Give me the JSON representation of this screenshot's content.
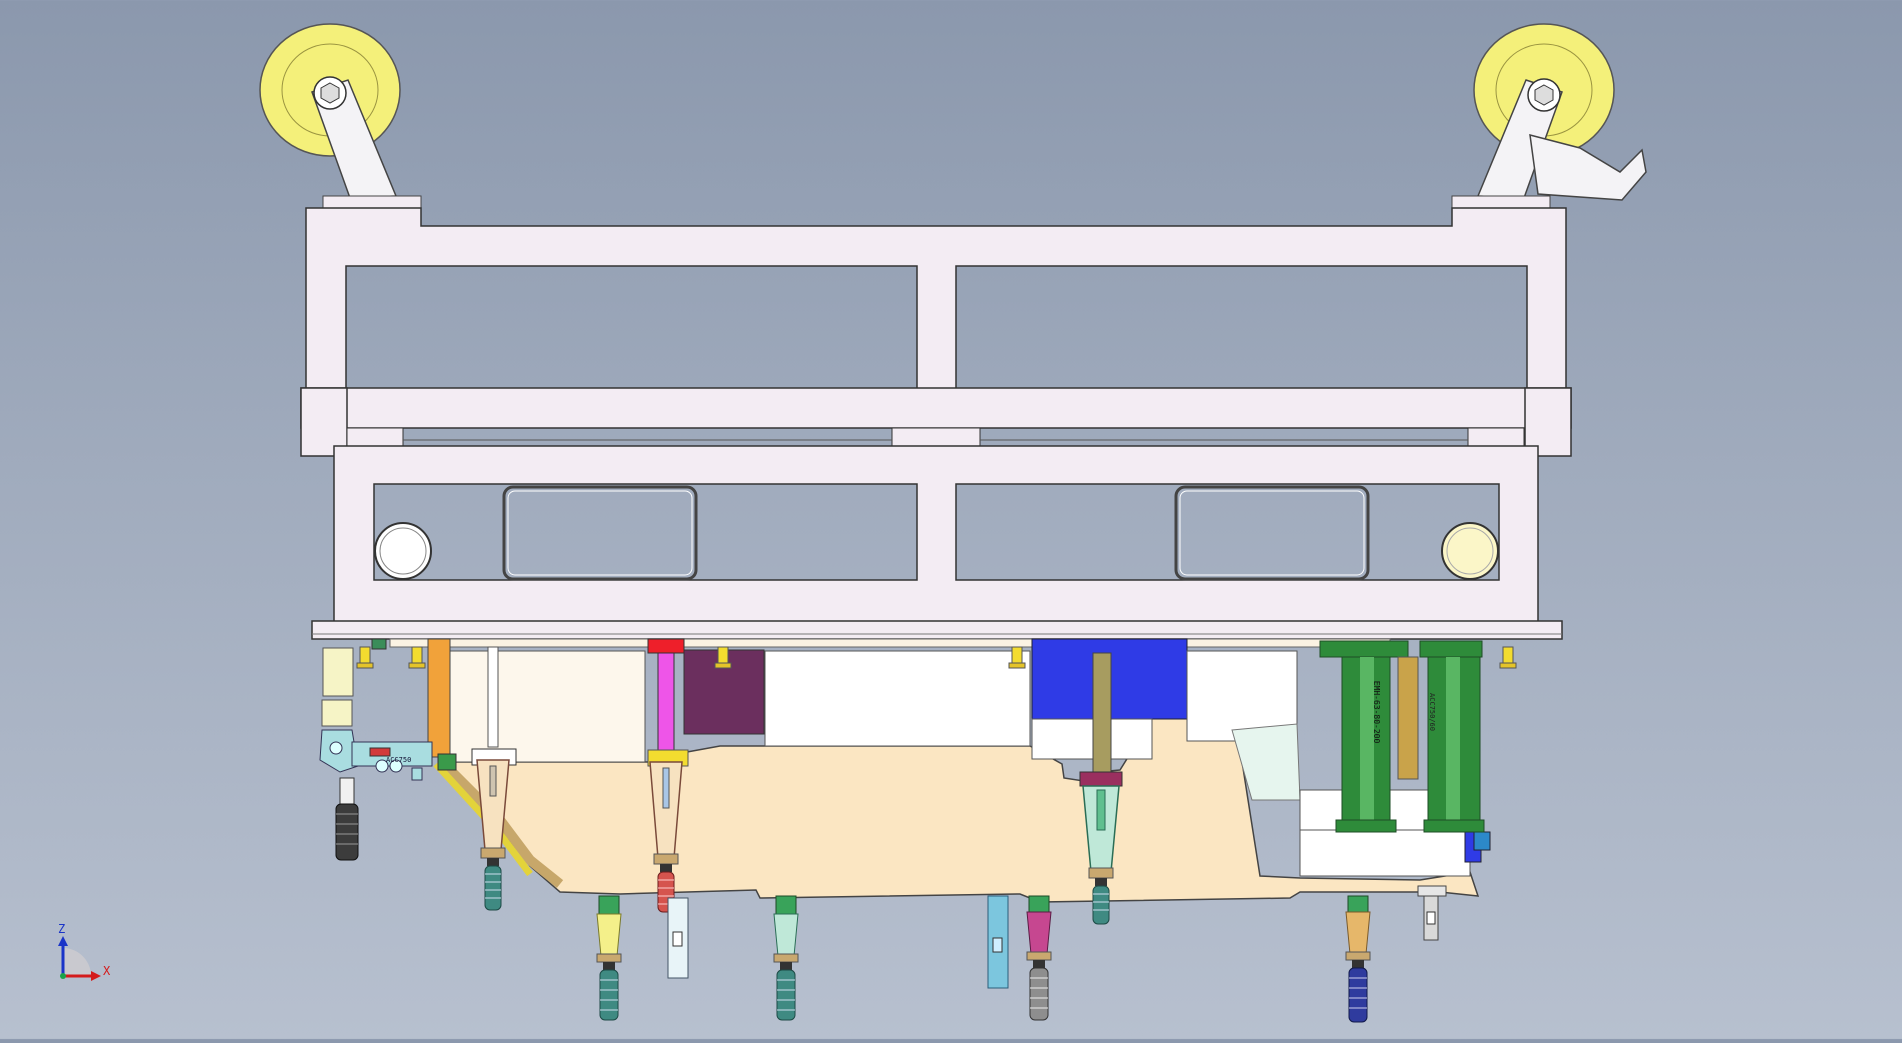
{
  "triad": {
    "z_label": "Z",
    "x_label": "X"
  },
  "part_markings": {
    "clamp_tag": "ACC750",
    "cylinder_tag": "EMH-63-80-200",
    "cylinder_tag_2": "ACC750/60"
  },
  "colors": {
    "background_top": "#8b98ad",
    "background_bottom": "#b7c0cf",
    "frame_fill": "#f3ecf3",
    "caster_wheel": "#f4f07a",
    "fixture_base": "#fbe6c2",
    "clamp_cyan": "#a9dde0",
    "cylinder_green": "#2e8b3a",
    "block_blue": "#2f3be6",
    "block_purple": "#6b2f5e",
    "pin_magenta": "#ee55e8",
    "pad_yellow": "#f3dc2f"
  }
}
